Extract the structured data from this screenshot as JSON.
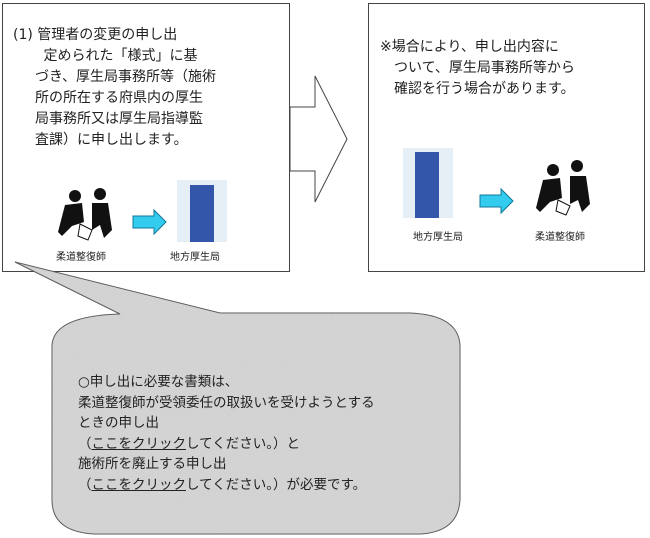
{
  "left_box": {
    "lines": [
      "(1) 管理者の変更の申し出",
      "　 定められた「様式」に基",
      "づき、厚生局事務所等（施術",
      "所の所在する府県内の厚生",
      "局事務所又は厚生局指導監",
      "査課）に申し出します。"
    ],
    "from_label": "柔道整復師",
    "to_label": "地方厚生局"
  },
  "right_box": {
    "lines": [
      "※場合により、申し出内容に",
      "　ついて、厚生局事務所等から",
      "　確認を行う場合があります。"
    ],
    "from_label": "地方厚生局",
    "to_label": "柔道整復師"
  },
  "callout": {
    "line1": "○申し出に必要な書類は、",
    "line2": "柔道整復師が受領委任の取扱いを受けようとする",
    "line3": "ときの申し出",
    "link1_open": "（",
    "link1": "ここをクリック",
    "link1_rest": "してください。）と",
    "line5": "施術所を廃止する申し出",
    "link2_open": "（",
    "link2": "ここをクリック",
    "link2_rest": "してください。）が必要です。"
  },
  "colors": {
    "arrow": "#33ccee",
    "building": "#3355aa",
    "callout": "#d8d8d8"
  }
}
